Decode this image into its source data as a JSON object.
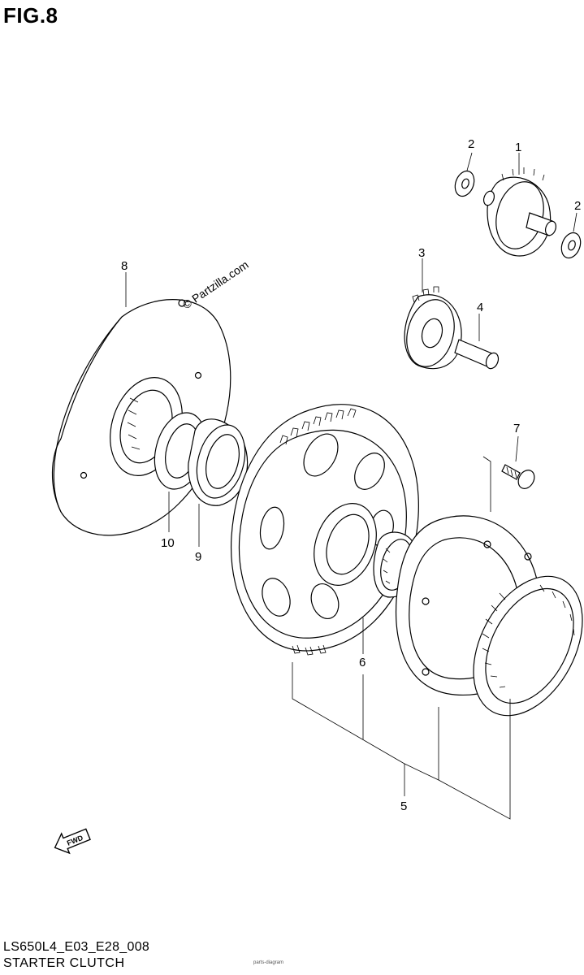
{
  "figure": {
    "title": "FIG.8",
    "code": "LS650L4_E03_E28_008",
    "name": "STARTER CLUTCH"
  },
  "watermark": {
    "text": "Partzilla.com",
    "symbol": "©"
  },
  "small_print": "parts-diagram",
  "fwd_arrow": {
    "label": "FWD",
    "icon": "fwd-arrow-icon"
  },
  "callouts": [
    "1",
    "2",
    "2",
    "3",
    "4",
    "5",
    "6",
    "7",
    "8",
    "9",
    "10"
  ]
}
